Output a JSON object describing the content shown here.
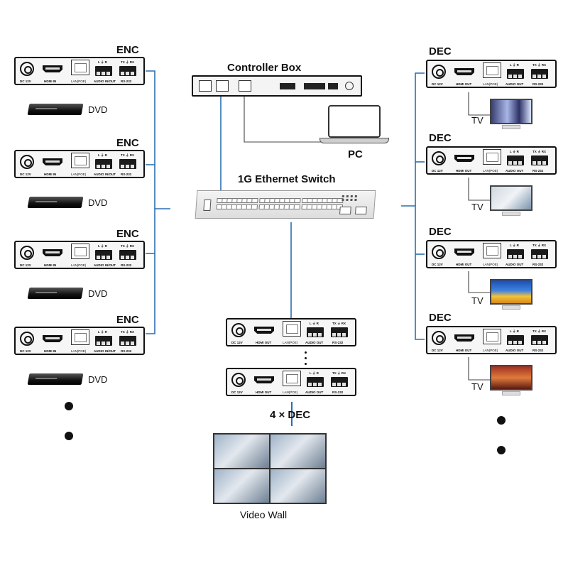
{
  "controller": {
    "title": "Controller Box"
  },
  "pc": {
    "label": "PC"
  },
  "switch": {
    "title": "1G Ethernet Switch"
  },
  "encoders": [
    {
      "title": "ENC",
      "source": "DVD"
    },
    {
      "title": "ENC",
      "source": "DVD"
    },
    {
      "title": "ENC",
      "source": "DVD"
    },
    {
      "title": "ENC",
      "source": "DVD"
    }
  ],
  "decoders": [
    {
      "title": "DEC",
      "display": "TV"
    },
    {
      "title": "DEC",
      "display": "TV"
    },
    {
      "title": "DEC",
      "display": "TV"
    },
    {
      "title": "DEC",
      "display": "TV"
    }
  ],
  "wall": {
    "count_label": "4 × DEC",
    "label": "Video Wall"
  },
  "port_labels": {
    "dc": "DC 12V",
    "hdmi_in": "HDMI IN",
    "hdmi_out": "HDMI OUT",
    "lan": "LAN(POE)",
    "audio_inout": "AUDIO IN/OUT",
    "audio_out": "AUDIO OUT",
    "rs232": "RS-232",
    "lr": "L ⏚ R",
    "txrx": "TX ⏚ RX"
  },
  "colors": {
    "link": "#2a6fb0",
    "device": "#111111"
  }
}
